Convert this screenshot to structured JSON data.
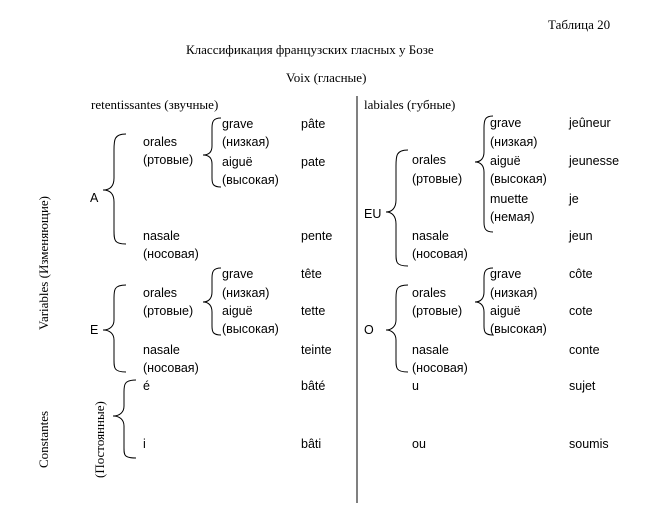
{
  "table_number": "Таблица 20",
  "title": "Классификация французских гласных у Бозе",
  "subtitle": "Voix (гласные)",
  "headers": {
    "left": "retentissantes (звучные)",
    "right": "labiales (губные)"
  },
  "row_groups": {
    "variables": "Variables (Изменяющие)",
    "constantes": "Constantes",
    "constantes_ru": "(Постоянные)"
  },
  "left": {
    "A": {
      "letter": "A",
      "orales": "orales",
      "orales_ru": "(ртовые)",
      "grave": "grave",
      "grave_ru": "(низкая)",
      "grave_ex": "pâte",
      "aigue": "aiguë",
      "aigue_ru": "(высокая)",
      "aigue_ex": "pate",
      "nasale": "nasale",
      "nasale_ru": "(носовая)",
      "nasale_ex": "pente"
    },
    "E": {
      "letter": "E",
      "orales": "orales",
      "orales_ru": "(ртовые)",
      "grave": "grave",
      "grave_ru": "(низкая)",
      "grave_ex": "tête",
      "aigue": "aiguë",
      "aigue_ru": "(высокая)",
      "aigue_ex": "tette",
      "nasale": "nasale",
      "nasale_ru": "(носовая)",
      "nasale_ex": "teinte"
    },
    "const": {
      "e_acute": "é",
      "e_acute_ex": "bâté",
      "i": "i",
      "i_ex": "bâti"
    }
  },
  "right": {
    "EU": {
      "letter": "EU",
      "orales": "orales",
      "orales_ru": "(ртовые)",
      "grave": "grave",
      "grave_ru": "(низкая)",
      "grave_ex": "jeûneur",
      "aigue": "aiguë",
      "aigue_ru": "(высокая)",
      "aigue_ex": "jeunesse",
      "muette": "muette",
      "muette_ru": "(немая)",
      "muette_ex": "je",
      "nasale": "nasale",
      "nasale_ru": "(носовая)",
      "nasale_ex": "jeun"
    },
    "O": {
      "letter": "O",
      "orales": "orales",
      "orales_ru": "(ртовые)",
      "grave": "grave",
      "grave_ru": "(низкая)",
      "grave_ex": "côte",
      "aigue": "aiguë",
      "aigue_ru": "(высокая)",
      "aigue_ex": "cote",
      "nasale": "nasale",
      "nasale_ru": "(носовая)",
      "nasale_ex": "conte"
    },
    "const": {
      "u": "u",
      "u_ex": "sujet",
      "ou": "ou",
      "ou_ex": "soumis"
    }
  }
}
